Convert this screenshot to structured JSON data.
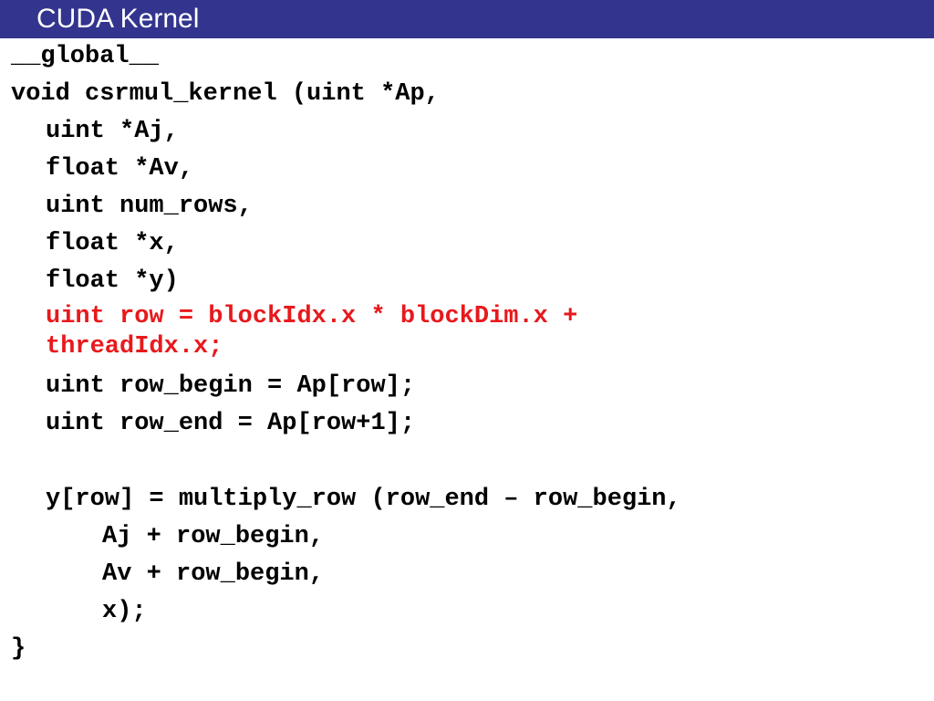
{
  "slide": {
    "title": "CUDA Kernel",
    "code_lines": [
      "__global__",
      "void csrmul_kernel (uint *Ap,",
      "uint *Aj,",
      "float *Av,",
      "uint num_rows,",
      "float *x,",
      "float *y)",
      "uint row = blockIdx.x * blockDim.x + threadIdx.x;",
      "uint row_begin = Ap[row];",
      "uint row_end = Ap[row+1];",
      "y[row] = multiply_row (row_end – row_begin,",
      "Aj + row_begin,",
      "Av + row_begin,",
      "x);",
      "}"
    ]
  },
  "colors": {
    "title_bar": "#32348e",
    "title_text": "#ffffff",
    "code_text": "#000000",
    "highlight": "#e8191c"
  }
}
